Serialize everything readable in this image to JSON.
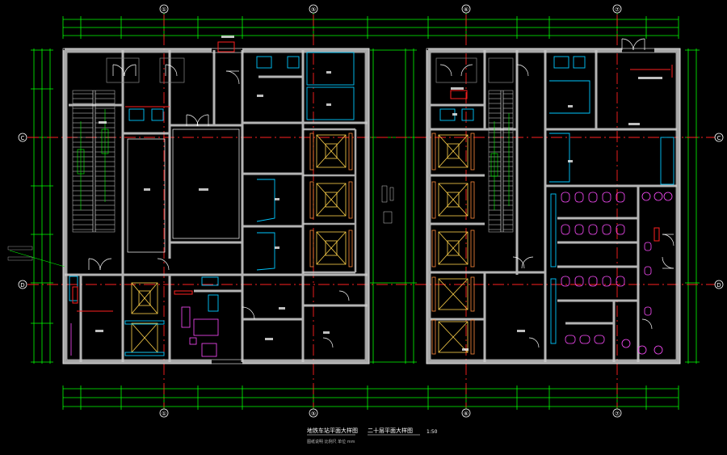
{
  "grid_axes": {
    "columns": [
      "①",
      "⑤",
      "⑥",
      "⑦"
    ],
    "rows": [
      "C",
      "D"
    ]
  },
  "caption": {
    "left_title": "地铁车站平面大样图",
    "right_title": "二十层平面大样图",
    "scale": "1:50",
    "notes": "图纸说明 比例尺 单位 mm"
  },
  "colors": {
    "background": "#000000",
    "wall": "#c8c8c8",
    "dimension": "#00ff00",
    "axis": "#ff2020",
    "stair": "#ffffff",
    "elevator": "#ffd24a",
    "opening": "#00c8ff",
    "fixture": "#ff4dff",
    "door": "#ffffff"
  }
}
